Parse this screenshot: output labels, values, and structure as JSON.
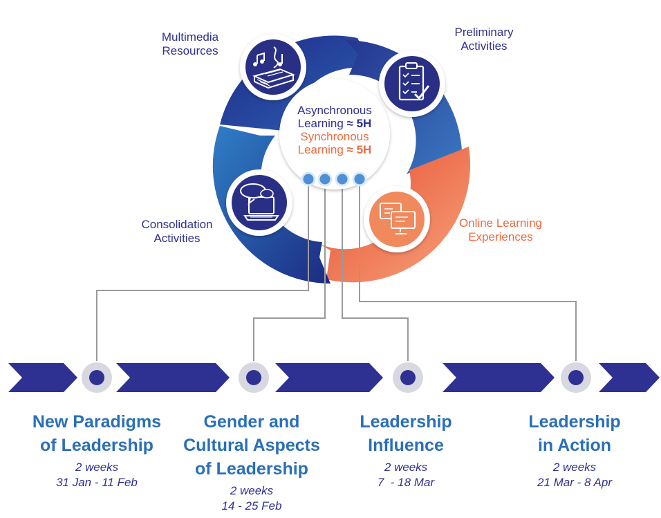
{
  "center": {
    "async_line1": "Asynchronous",
    "async_line2_prefix": "Learning",
    "async_line2_value": "≈ 5H",
    "sync_line1": "Synchronous",
    "sync_line2_prefix": "Learning",
    "sync_line2_value": "≈ 5H"
  },
  "segments": [
    {
      "line1": "Multimedia",
      "line2": "Resources",
      "icon": "book-music-icon",
      "color": "#2e3192"
    },
    {
      "line1": "Preliminary",
      "line2": "Activities",
      "icon": "clipboard-checklist-icon",
      "color": "#2e3192"
    },
    {
      "line1": "Online Learning",
      "line2": "Experiences",
      "icon": "monitors-icon",
      "color": "#ee6a3f"
    },
    {
      "line1": "Consolidation",
      "line2": "Activities",
      "icon": "laptop-chat-icon",
      "color": "#2e3192"
    }
  ],
  "modules": [
    {
      "title_lines": [
        "New Paradigms",
        "of Leadership"
      ],
      "duration": "2 weeks",
      "dates": "31 Jan - 11 Feb"
    },
    {
      "title_lines": [
        "Gender and",
        "Cultural Aspects",
        "of Leadership"
      ],
      "duration": "2 weeks",
      "dates": "14 - 25 Feb"
    },
    {
      "title_lines": [
        "Leadership",
        "Influence"
      ],
      "duration": "2 weeks",
      "dates": "7  - 18 Mar"
    },
    {
      "title_lines": [
        "Leadership",
        "in Action"
      ],
      "duration": "2 weeks",
      "dates": "21 Mar - 8 Apr"
    }
  ],
  "colors": {
    "navy": "#2e3192",
    "blue": "#2a6fb8",
    "orange": "#ee6a3f",
    "connector": "#9a9a9a"
  }
}
